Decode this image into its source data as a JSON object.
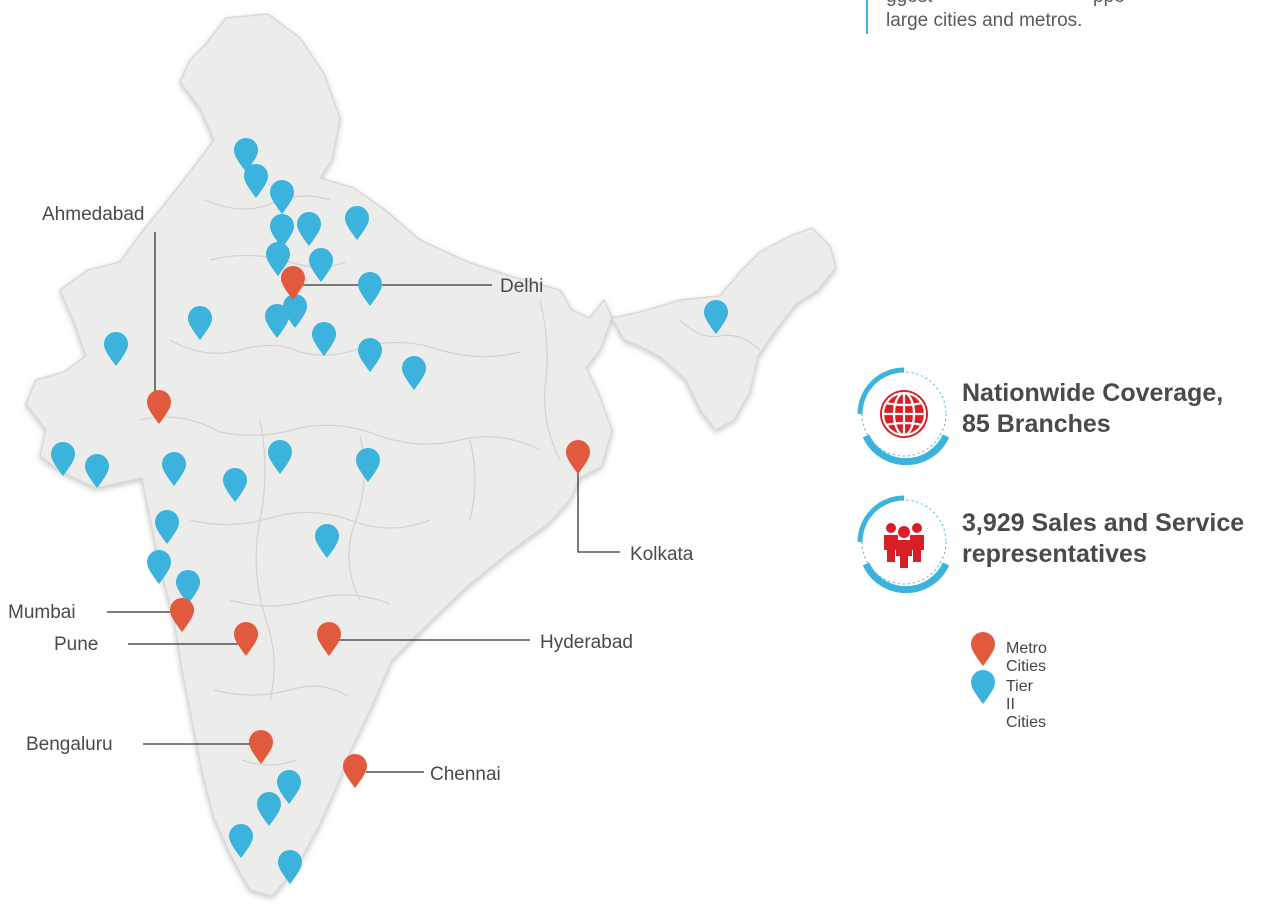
{
  "note": {
    "line1_partial": "ggest",
    "line1_rest": "ppe",
    "line2": "large cities and metros."
  },
  "stats": [
    {
      "label_l1": "Nationwide Coverage,",
      "label_l2": "85 Branches",
      "icon": "globe-icon"
    },
    {
      "label_l1": "3,929 Sales and Service",
      "label_l2": "representatives",
      "icon": "people-icon"
    }
  ],
  "legend": [
    {
      "label": "Metro Cities",
      "color": "#e25a3e"
    },
    {
      "label": "Tier II Cities",
      "color": "#3bb3dd"
    }
  ],
  "colors": {
    "metro": "#e25a3e",
    "tier2": "#3bb3dd",
    "map_fill": "#ececea",
    "icon_red": "#d71f26"
  },
  "metro_cities": [
    {
      "name": "Ahmedabad"
    },
    {
      "name": "Delhi"
    },
    {
      "name": "Kolkata"
    },
    {
      "name": "Mumbai"
    },
    {
      "name": "Pune"
    },
    {
      "name": "Hyderabad"
    },
    {
      "name": "Bengaluru"
    },
    {
      "name": "Chennai"
    }
  ]
}
